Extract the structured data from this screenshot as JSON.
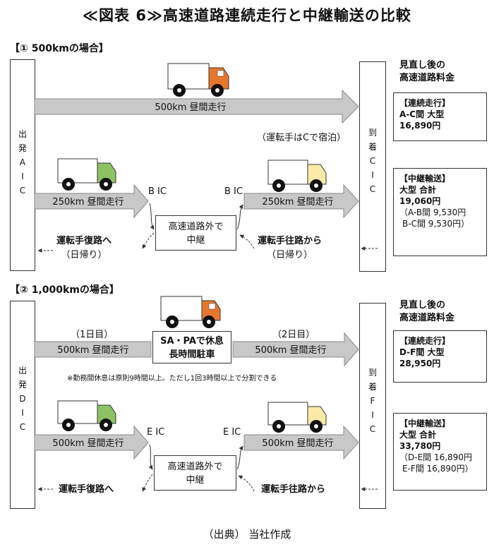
{
  "title": "≪図表 6≫高速道路連続走行と中継輸送の比較",
  "source": "（出典） 当社作成",
  "section1": {
    "heading": "【① 500kmの場合】",
    "start_ic": [
      "出",
      "発",
      "A",
      "I",
      "C"
    ],
    "end_ic": [
      "到",
      "着",
      "C",
      "I",
      "C"
    ],
    "main_arrow_label": "500km 昼間走行",
    "overnight_note": "（運転手はCで宿泊）",
    "left_arrow_label": "250km 昼間走行",
    "right_arrow_label": "250km 昼間走行",
    "ic_left": "B IC",
    "ic_right": "B IC",
    "relay_box": [
      "高速道路外で",
      "中継"
    ],
    "return_note": [
      "運転手復路へ",
      "（日帰り）"
    ],
    "outbound_note": [
      "運転手往路から",
      "（日帰り）"
    ],
    "fee_title": [
      "見直し後の",
      "高速道路料金"
    ],
    "fee_continuous": {
      "head": "【連続走行】",
      "lines": [
        "A-C間 大型"
      ],
      "amount": "16,890円"
    },
    "fee_relay": {
      "head": "【中継輸送】",
      "lines": [
        "大型 合計"
      ],
      "amount": "19,060円",
      "details": [
        "（A-B間 9,530円",
        " B-C間 9,530円）"
      ]
    }
  },
  "section2": {
    "heading": "【② 1,000kmの場合】",
    "start_ic": [
      "出",
      "発",
      "D",
      "I",
      "C"
    ],
    "end_ic": [
      "到",
      "着",
      "F",
      "I",
      "C"
    ],
    "day1": "（1日目）",
    "day2": "（2日目）",
    "main_left_label": "500km 昼間走行",
    "main_right_label": "500km 昼間走行",
    "rest_box": [
      "SA・PAで休息",
      "長時間駐車"
    ],
    "rest_note": "※勤務間休息は原則9時間以上。ただし1回3時間以上で分割できる",
    "left_arrow_label": "500km 昼間走行",
    "right_arrow_label": "500km 昼間走行",
    "ic_left": "E IC",
    "ic_right": "E IC",
    "relay_box": [
      "高速道路外で",
      "中継"
    ],
    "return_note": "運転手復路へ",
    "outbound_note": "運転手往路から",
    "fee_title": [
      "見直し後の",
      "高速道路料金"
    ],
    "fee_continuous": {
      "head": "【連続走行】",
      "lines": [
        "D-F間 大型"
      ],
      "amount": "28,950円"
    },
    "fee_relay": {
      "head": "【中継輸送】",
      "lines": [
        "大型 合計"
      ],
      "amount": "33,780円",
      "details": [
        "（D-E間 16,890円",
        " E-F間 16,890円）"
      ]
    }
  },
  "colors": {
    "truck_orange": "#e8772e",
    "truck_green": "#8cc164",
    "truck_yellow": "#fbe9a8",
    "arrow_fill": "#c8c8c8"
  }
}
